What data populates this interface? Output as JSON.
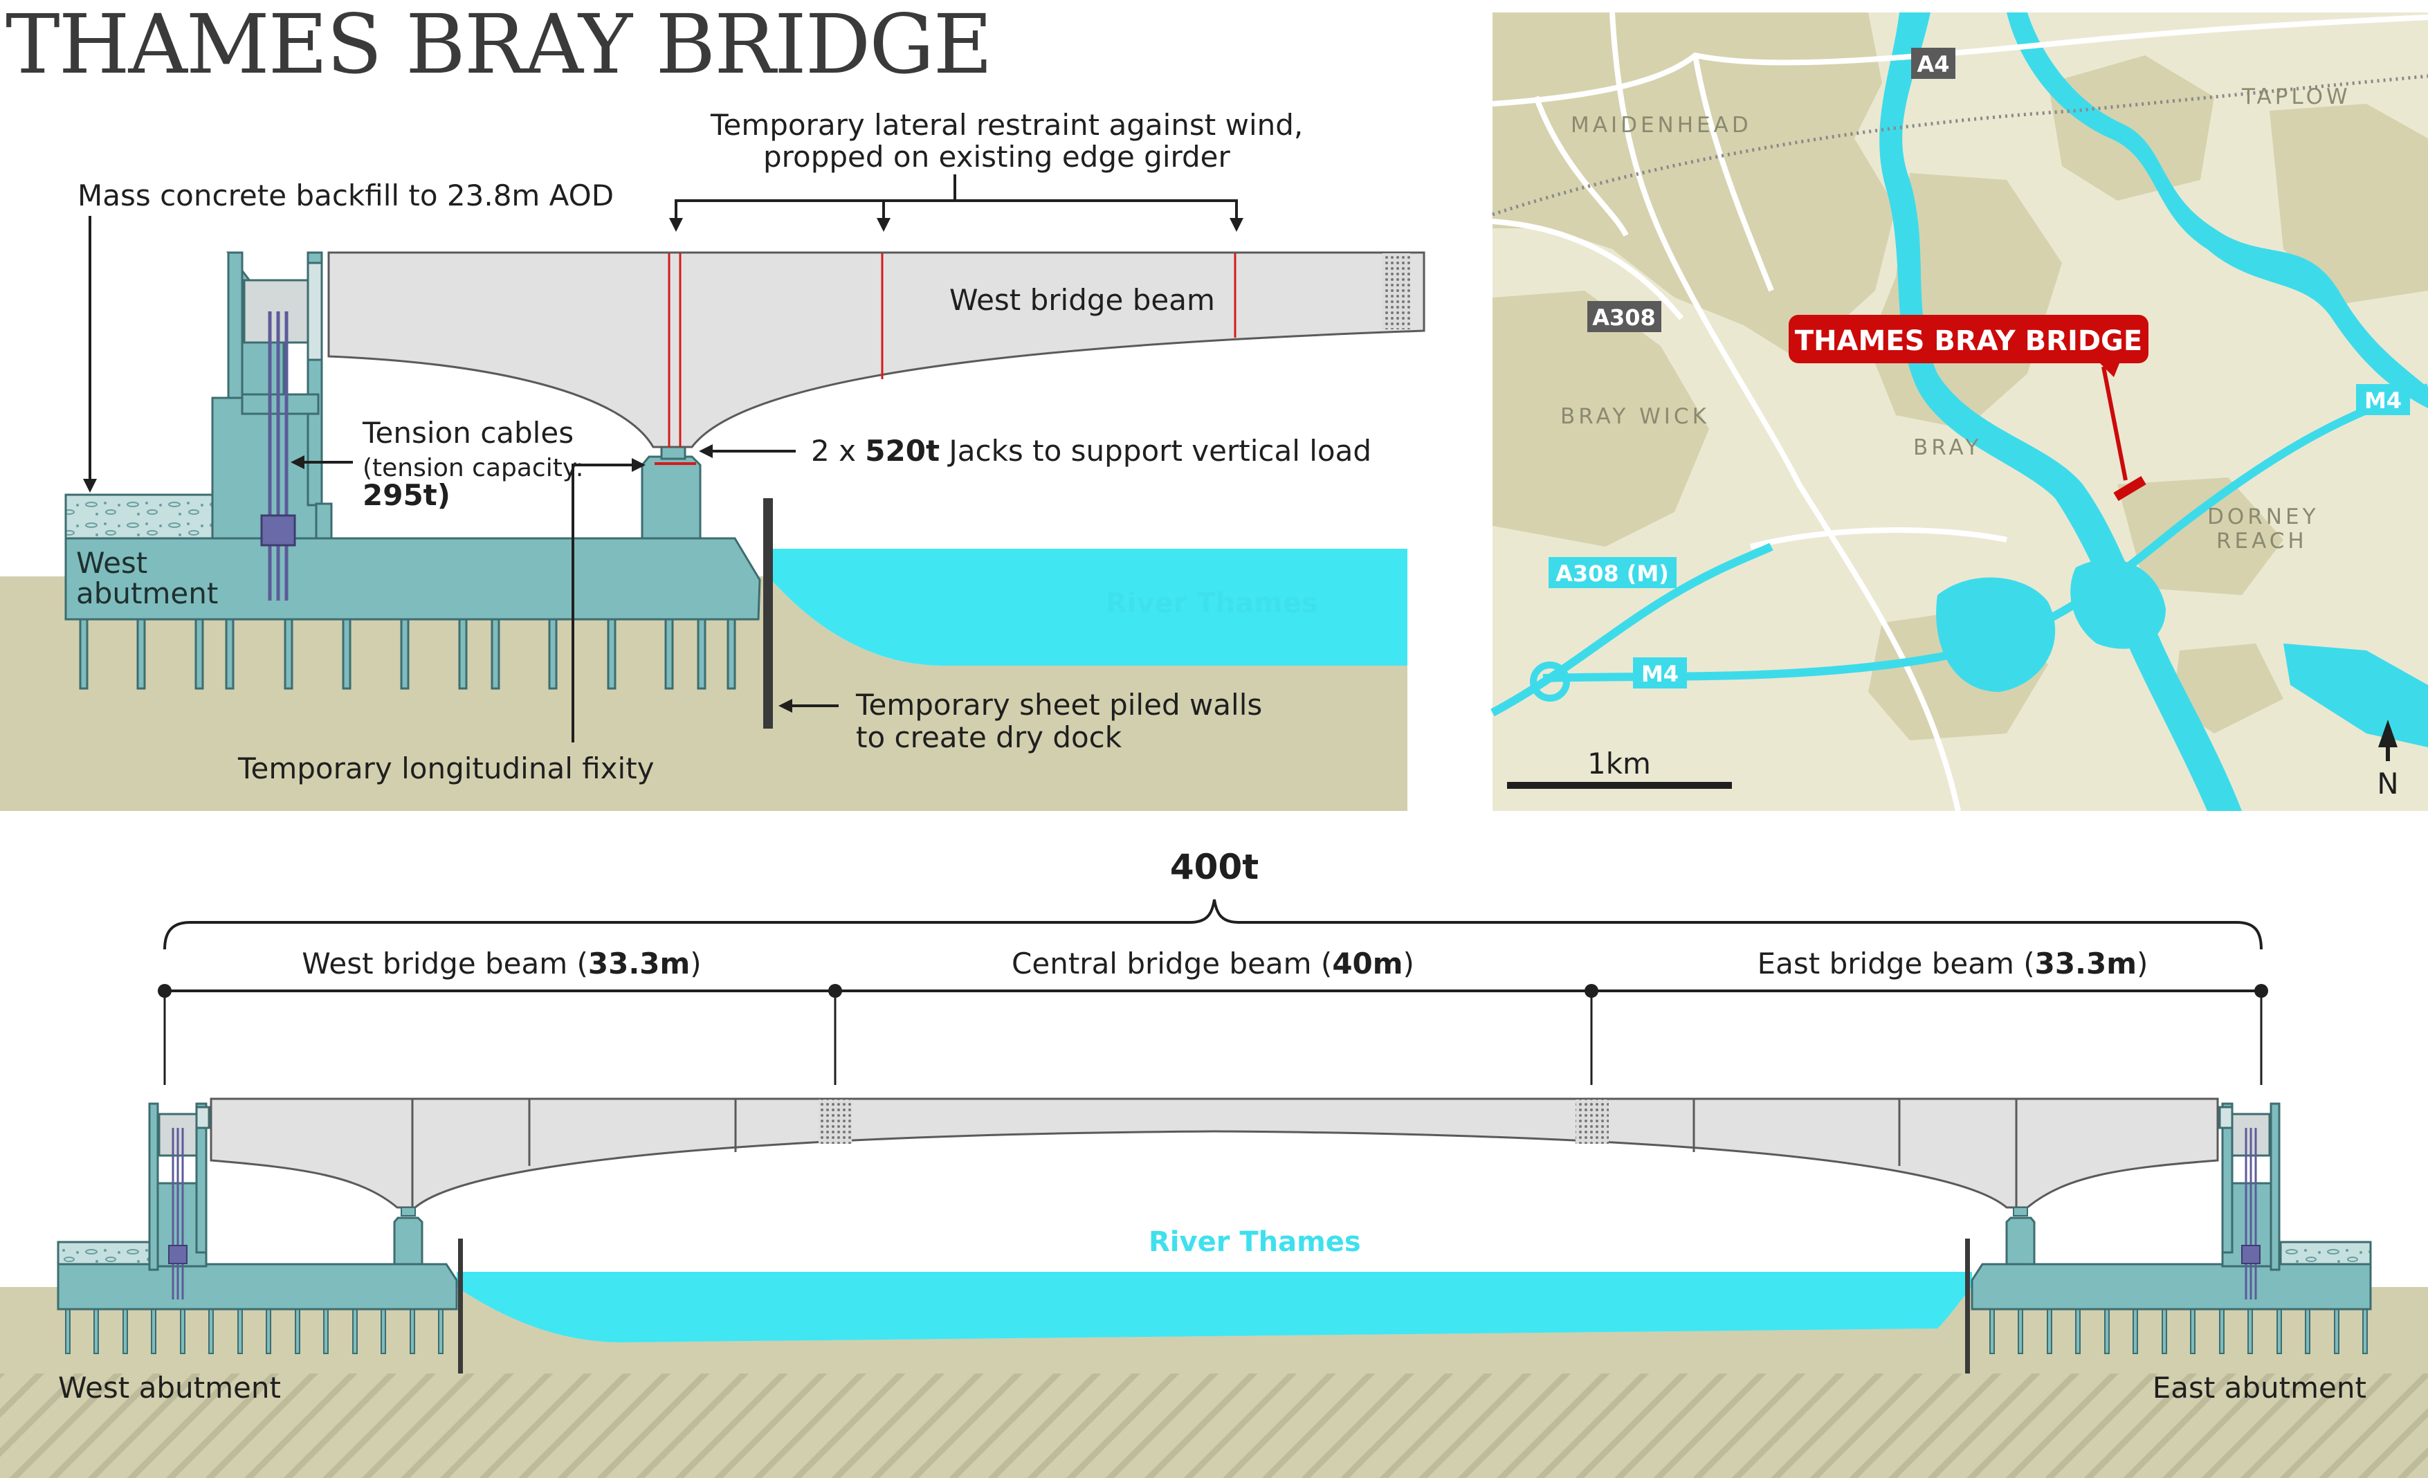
{
  "title": "THAMES BRAY BRIDGE",
  "section_view": {
    "label_restraint_l1": "Temporary lateral restraint against wind,",
    "label_restraint_l2": "propped on existing edge girder",
    "label_backfill": "Mass concrete backfill to 23.8m AOD",
    "label_west_beam": "West bridge beam",
    "label_tension_l1": "Tension cables",
    "label_tension_l2": "(tension capacity:",
    "label_tension_l3": "295t)",
    "label_jacks_pre": "2 x ",
    "label_jacks_bold": "520t",
    "label_jacks_post": " Jacks to support vertical load",
    "label_west_abutment_l1": "West",
    "label_west_abutment_l2": "abutment",
    "label_river": "River Thames",
    "label_sheet_l1": "Temporary sheet piled walls",
    "label_sheet_l2": "to create dry dock",
    "label_fixity": "Temporary longitudinal fixity"
  },
  "map": {
    "title_marker": "THAMES BRAY BRIDGE",
    "districts": [
      "MAIDENHEAD",
      "TAPLOW",
      "BRAY WICK",
      "BRAY",
      "DORNEY",
      "REACH"
    ],
    "roads": [
      "A4",
      "A308",
      "A308 (M)",
      "M4",
      "M4"
    ],
    "scale_label": "1km",
    "north_label": "N",
    "colors": {
      "land": "#ebe8d2",
      "urban": "#d6d2ae",
      "water": "#3ddbea",
      "marker": "#cc0a0a",
      "road_badge": "#5a5a5a"
    },
    "icons": [
      "north-arrow-icon",
      "location-marker-icon"
    ]
  },
  "elevation": {
    "total_weight": "400t",
    "west_beam_label": "West bridge beam (",
    "west_beam_len": "33.3m",
    "central_beam_label": "Central bridge beam (",
    "central_beam_len": "40m",
    "east_beam_label": "East bridge beam (",
    "east_beam_len": "33.3m",
    "close_paren": ")",
    "river_label": "River Thames",
    "west_abutment": "West abutment",
    "east_abutment": "East abutment"
  },
  "colors": {
    "abutment_fill": "#7fbcbd",
    "abutment_stroke": "#3d6d70",
    "beam_fill": "#e1e1e1",
    "ground": "#d2cfae",
    "water": "#41e6f3",
    "cable": "#6b6aa8",
    "jack_red": "#d61a1a"
  }
}
